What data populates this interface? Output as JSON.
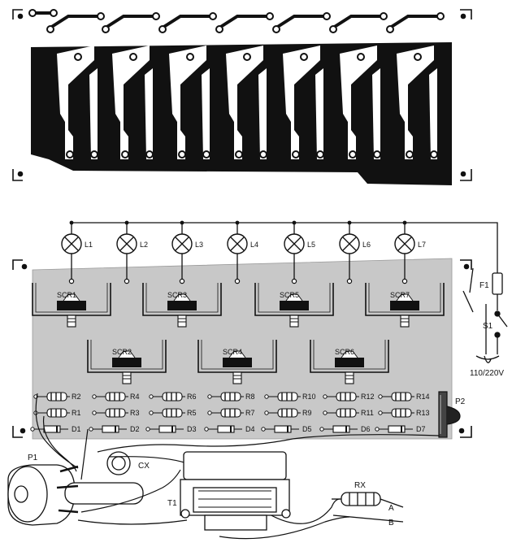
{
  "lamps": [
    "L1",
    "L2",
    "L3",
    "L4",
    "L5",
    "L6",
    "L7"
  ],
  "scrs": [
    "SCR1",
    "SCR2",
    "SCR3",
    "SCR4",
    "SCR5",
    "SCR6",
    "SCR7"
  ],
  "resistors_upper": [
    "R2",
    "R4",
    "R6",
    "R8",
    "R10",
    "R12",
    "R14"
  ],
  "resistors_lower": [
    "R1",
    "R3",
    "R5",
    "R7",
    "R9",
    "R11",
    "R13"
  ],
  "diodes": [
    "D1",
    "D2",
    "D3",
    "D4",
    "D5",
    "D6",
    "D7"
  ],
  "labels": {
    "fuse": "F1",
    "switch": "S1",
    "mains": "110/220V",
    "pot1": "P1",
    "pot2": "P2",
    "capacitor": "CX",
    "transformer": "T1",
    "rx": "RX",
    "terminal_a": "A",
    "terminal_b": "B"
  },
  "colors": {
    "ink": "#111111",
    "board": "#c8c8c8",
    "paper": "#ffffff"
  }
}
